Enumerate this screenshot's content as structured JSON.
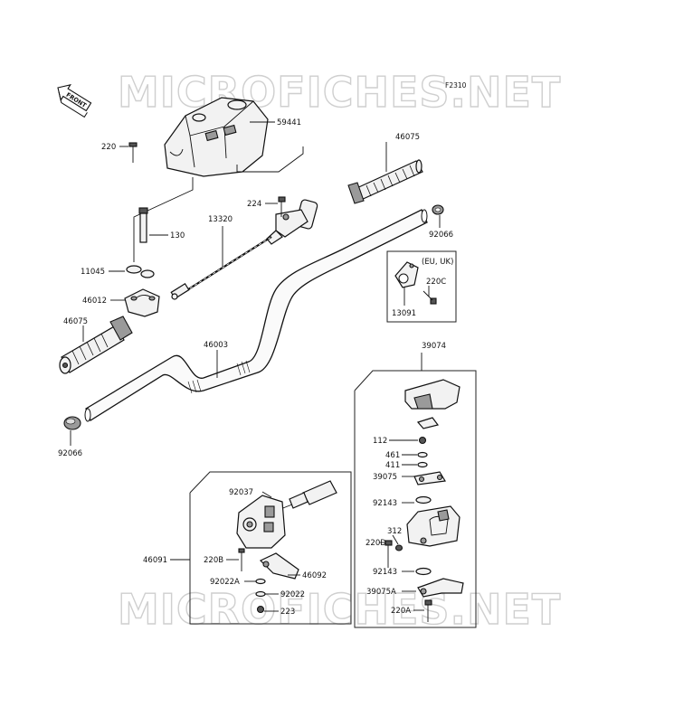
{
  "watermark": {
    "top": "MICROFICHES.NET",
    "bottom": "MICROFICHES.NET"
  },
  "figure_code": "F2310",
  "front_indicator": "FRONT",
  "region_note": "(EU, UK)",
  "parts": {
    "p59441": "59441",
    "p220_top": "220",
    "p224": "224",
    "p130": "130",
    "p13320": "13320",
    "p11045": "11045",
    "p46012": "46012",
    "p46075_left": "46075",
    "p46075_right": "46075",
    "p92066_right": "92066",
    "p92066_left": "92066",
    "p46003": "46003",
    "p220C": "220C",
    "p13091": "13091",
    "p39074": "39074",
    "p112": "112",
    "p461": "461",
    "p411": "411",
    "p39075": "39075",
    "p92143_top": "92143",
    "p312": "312",
    "p220D": "220D",
    "p92143_bottom": "92143",
    "p39075A": "39075A",
    "p220A": "220A",
    "p92037": "92037",
    "p46091": "46091",
    "p220B": "220B",
    "p92022A": "92022A",
    "p46092": "46092",
    "p92022": "92022",
    "p223": "223"
  }
}
